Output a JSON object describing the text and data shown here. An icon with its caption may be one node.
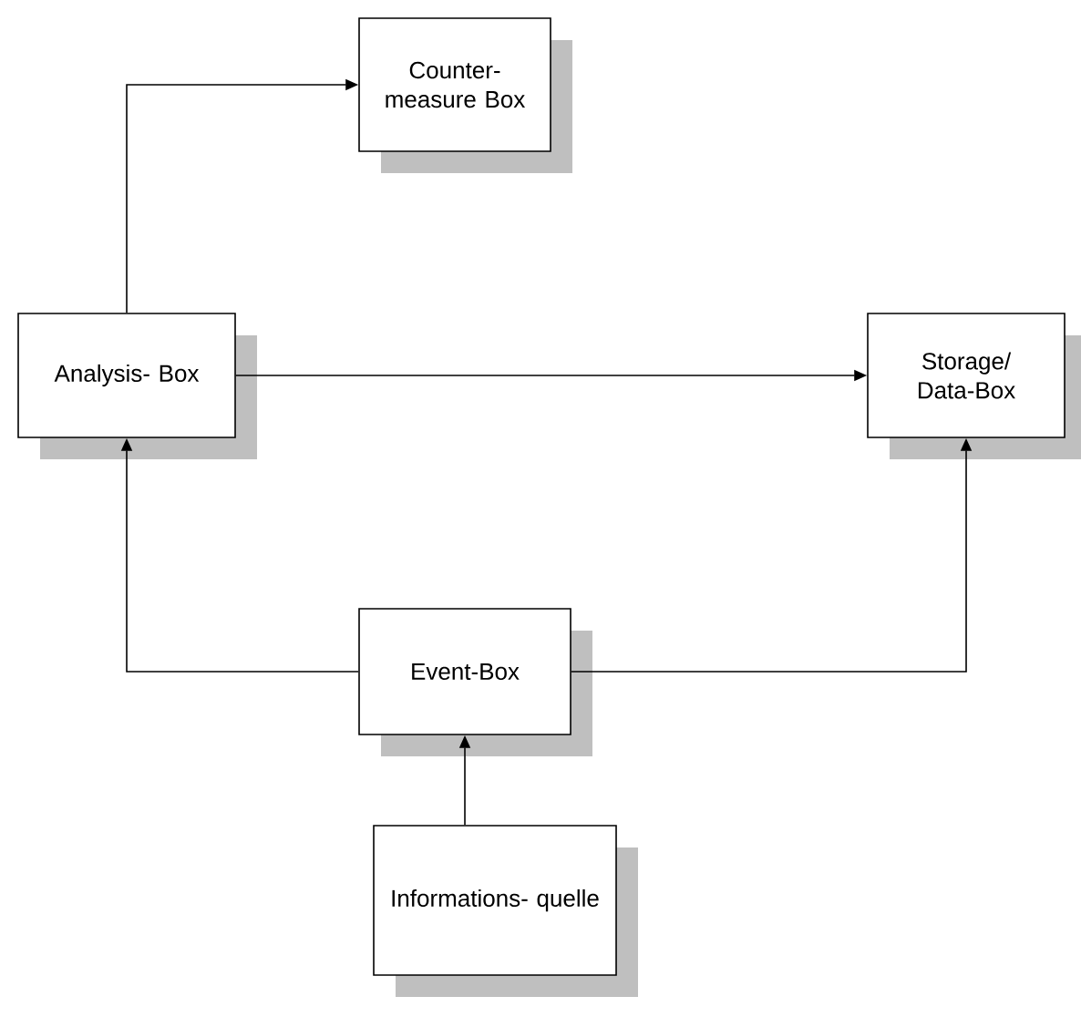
{
  "diagram": {
    "nodes": [
      {
        "text": [
          "Counter- measure Box"
        ]
      },
      {
        "text": [
          "Analysis- Box"
        ]
      },
      {
        "text": [
          "Storage/ Data-Box"
        ]
      },
      {
        "text": [
          "Event-Box"
        ]
      },
      {
        "text": [
          "Informations- quelle"
        ]
      }
    ],
    "edges": [
      {
        "from": 1,
        "to": 0,
        "arrow": "to"
      },
      {
        "from": 1,
        "to": 2,
        "arrow": "to"
      },
      {
        "from": 3,
        "to": 1,
        "arrow": "to"
      },
      {
        "from": 3,
        "to": 2,
        "arrow": "to"
      },
      {
        "from": 4,
        "to": 3,
        "arrow": "to"
      }
    ]
  }
}
